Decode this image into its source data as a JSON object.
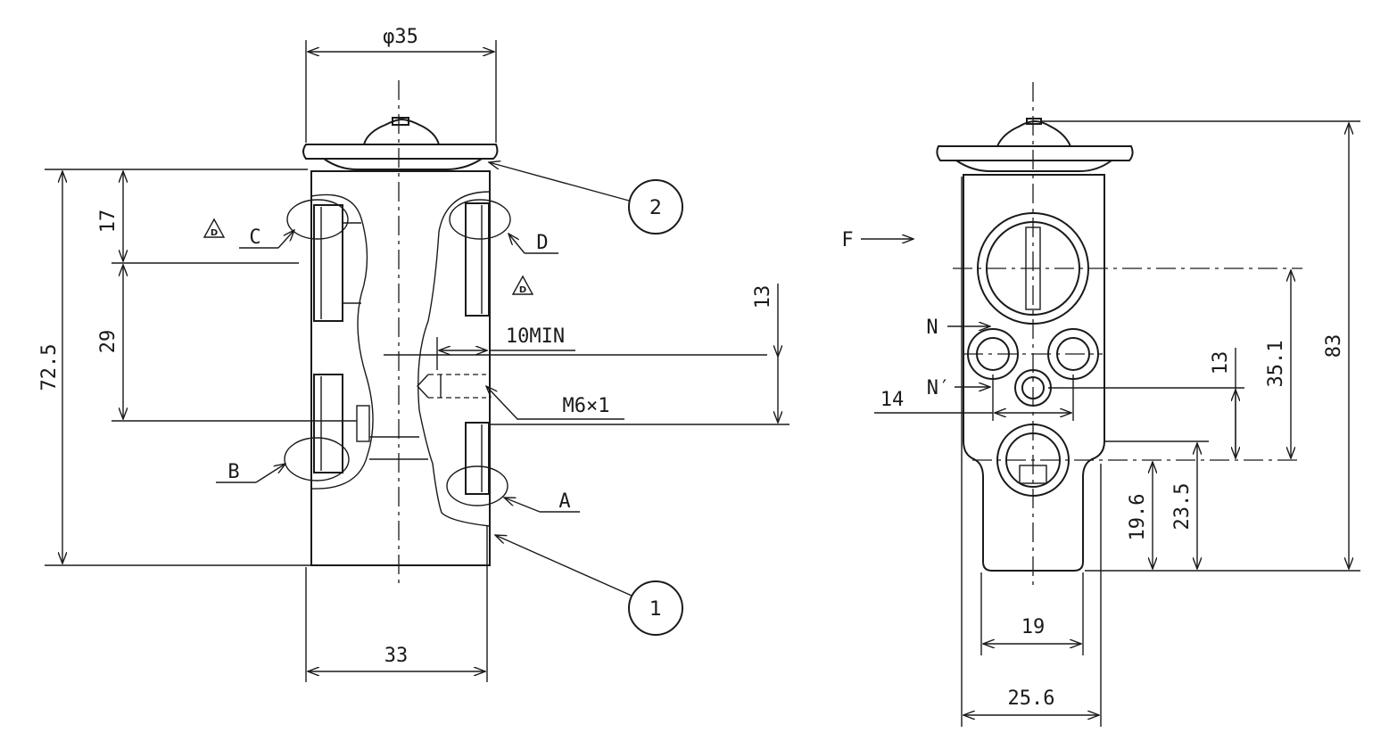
{
  "dimensions": {
    "top_diameter": "φ35",
    "total_height_left": "72.5",
    "upper_offset": "17",
    "port_pitch": "29",
    "bottom_width_left": "33",
    "hole_depth": "10MIN",
    "thread": "M6×1",
    "gap_center": "13",
    "gap_right": "13",
    "pitch_horizontal": "14",
    "upper_port_height": "35.1",
    "total_height_right": "83",
    "lower_port_a": "19.6",
    "lower_port_b": "23.5",
    "bottom_width_inner": "19",
    "bottom_width_outer": "25.6"
  },
  "labels": {
    "a": "A",
    "b": "B",
    "c": "C",
    "d": "D",
    "n": "N",
    "n_prime": "N′",
    "f": "F",
    "rev_c": "D",
    "rev_d": "D"
  },
  "balloons": {
    "part1": "1",
    "part2": "2"
  }
}
